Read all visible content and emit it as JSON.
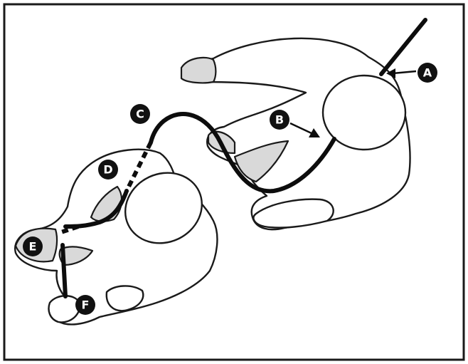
{
  "labels": {
    "A": "A",
    "B": "B",
    "C": "C",
    "D": "D",
    "E": "E",
    "F": "F"
  },
  "colors": {
    "ink": "#0d0d0d",
    "shade": "#d9d9d9",
    "background": "#ffffff"
  }
}
